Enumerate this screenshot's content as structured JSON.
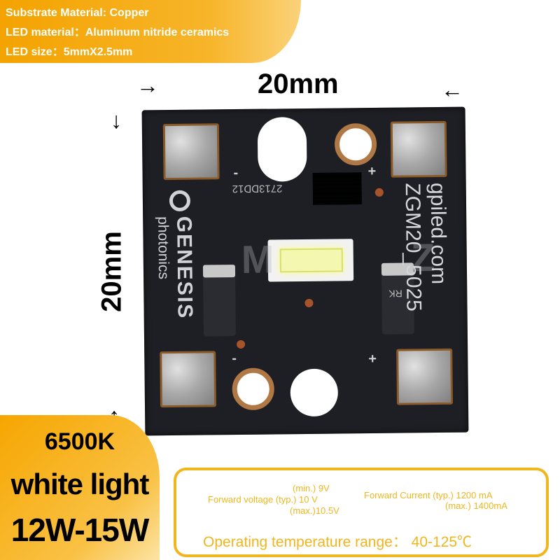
{
  "specs": {
    "substrate": "Substrate Material: Copper",
    "led_material": "LED material：Aluminum nitride ceramics",
    "led_size": "LED size：5mmX2.5mm"
  },
  "dimensions": {
    "width": "20mm",
    "height": "20mm"
  },
  "arrows": {
    "top_left": "→",
    "top_right": "←",
    "left_top": "↓",
    "left_bottom": "↑"
  },
  "board": {
    "brand": "GENESIS",
    "brand_sub": "photonics",
    "url": "gpiled.com",
    "model": "ZGM20_5025",
    "code": "2713DD12",
    "watermark": "M Z",
    "signs": [
      "-",
      "+",
      "-",
      "+"
    ],
    "diode_mark": "RK"
  },
  "badge": {
    "color_temp": "6500K",
    "light": "white light",
    "power": "12W-15W"
  },
  "electrical": {
    "voltage_min": "(min.) 9V",
    "voltage_typ": "Forward voltage (typ.) 10 V",
    "voltage_max": "(max.)10.5V",
    "current_typ": "Forward Current (typ.) 1200 mA",
    "current_max": "(max.) 1400mA",
    "temperature": "Operating temperature range：  40-125℃"
  },
  "colors": {
    "accent_orange": "#f4a300",
    "panel_gold": "#f0b61d",
    "board": "#1e1f24"
  }
}
